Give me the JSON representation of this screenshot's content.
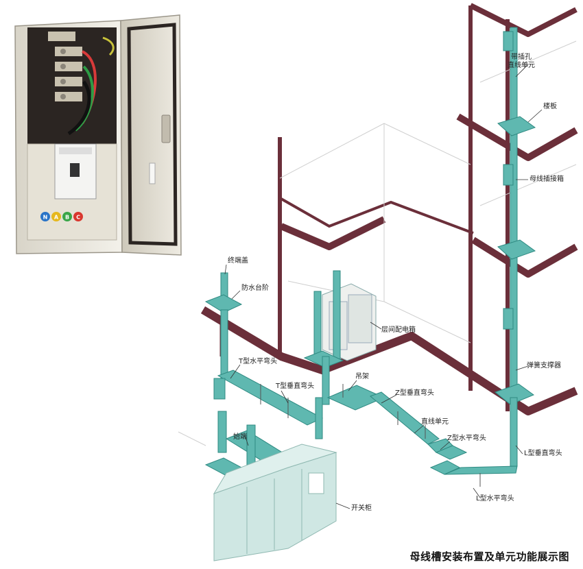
{
  "caption": "母线槽安装布置及单元功能展示图",
  "labels": {
    "socket_unit_line1": "带插孔",
    "socket_unit_line2": "直线单元",
    "floor_slab": "楼板",
    "plug_box": "母线插接箱",
    "end_cap": "终端盖",
    "waterproof_step": "防水台阶",
    "floor_dist_box": "层间配电箱",
    "spring_support": "弹簧支撑器",
    "t_horizontal": "T型水平弯头",
    "t_vertical": "T型垂直弯头",
    "hanger": "吊架",
    "z_vertical": "Z型垂直弯头",
    "straight_unit": "直线单元",
    "z_horizontal": "Z型水平弯头",
    "start_end": "始端",
    "l_vertical": "L型垂直弯头",
    "l_horizontal": "L型水平弯头",
    "switchgear": "开关柜"
  },
  "cabinet_phase_badges": [
    "N",
    "A",
    "B",
    "C"
  ],
  "colors": {
    "slab": "#6b2f3a",
    "busway": "#5fb8b0",
    "busway_dark": "#2f8a82",
    "cabinet": "#e9e6dc",
    "switchgear": "#cfe7e3",
    "badge_n": "#2a74c7",
    "badge_a": "#e6b81e",
    "badge_b": "#3aa649",
    "badge_c": "#d9382f"
  }
}
